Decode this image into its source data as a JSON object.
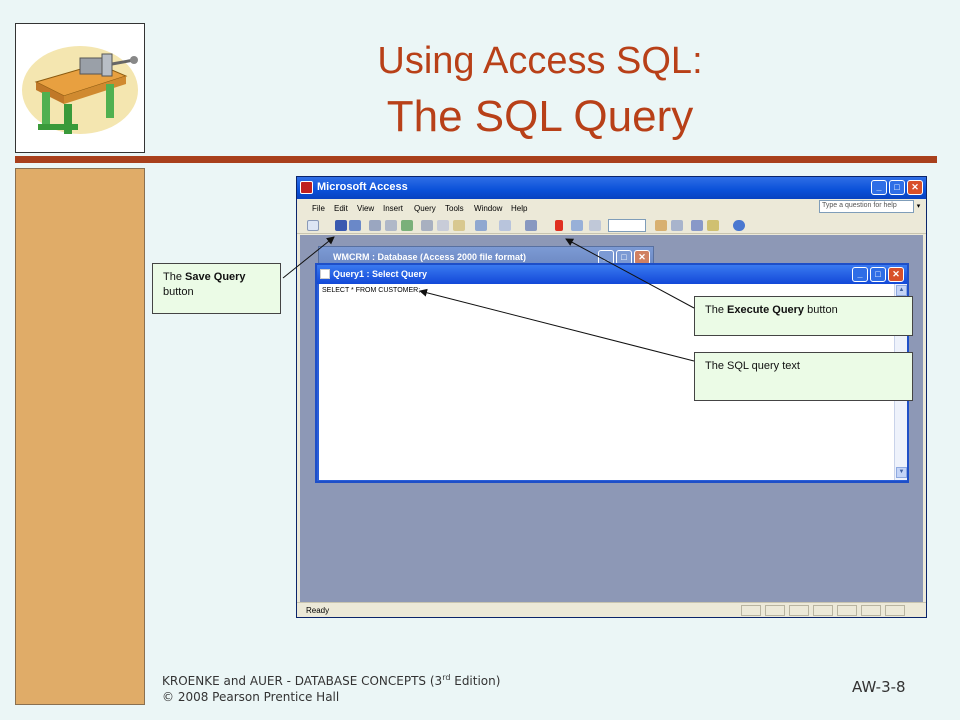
{
  "slide": {
    "title_line1": "Using Access SQL:",
    "title_line2": "The SQL Query",
    "footer_line1_pre": "KROENKE and AUER -  DATABASE CONCEPTS (3",
    "footer_line1_sup": "rd",
    "footer_line1_post": " Edition)",
    "footer_line2": "© 2008 Pearson Prentice Hall",
    "slide_number": "AW-3-8"
  },
  "app": {
    "title": "Microsoft Access",
    "menu": [
      "File",
      "Edit",
      "View",
      "Insert",
      "Query",
      "Tools",
      "Window",
      "Help"
    ],
    "help_placeholder": "Type a question for help",
    "status": "Ready"
  },
  "db_window": {
    "title": "WMCRM : Database (Access 2000 file format)"
  },
  "query_window": {
    "title": "Query1 : Select Query",
    "sql_text": "SELECT * FROM CUSTOMER;"
  },
  "callouts": {
    "save_pre": "The ",
    "save_bold": "Save Query",
    "save_post": " button",
    "exec_pre": "The ",
    "exec_bold": "Execute Query",
    "exec_post": " button",
    "sql": "The SQL query text"
  },
  "colors": {
    "title": "#b84018",
    "rule": "#a8401c",
    "sidebar": "#e0ac68",
    "callout_bg": "#ebfbe6",
    "xp_blue": "#0a50d8",
    "mdi_bg": "#8d98b6"
  }
}
